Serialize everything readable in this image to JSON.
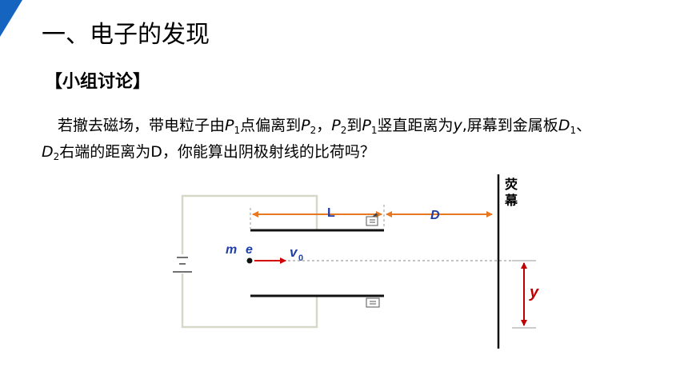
{
  "slide": {
    "title": "一、电子的发现",
    "subtitle": "【小组讨论】",
    "accent_color": "#1565c0"
  },
  "paragraph": {
    "l1_a": "若撤去磁场，带电粒子由",
    "l1_P1": "P",
    "l1_P1_sub": "1",
    "l1_b": "点偏离到",
    "l1_P2": "P",
    "l1_P2_sub": "2",
    "l1_c": "，",
    "l1_P2b": "P",
    "l1_P2b_sub": "2",
    "l1_d": "到",
    "l1_P1b": "P",
    "l1_P1b_sub": "1",
    "l1_e": "竖直距离为",
    "l1_y": "y",
    "l1_f": ",屏幕到金属板",
    "l1_D1": "D",
    "l1_D1_sub": "1",
    "l1_g": "、",
    "l2_D2": "D",
    "l2_D2_sub": "2",
    "l2_a": "右端的距离为D，你能算出阴极射线的比荷吗？"
  },
  "diagram": {
    "screen_label_1": "荧",
    "screen_label_2": "幕",
    "label_L": "L",
    "label_D": "D",
    "label_m": "m",
    "label_e": "e",
    "label_v": "v",
    "label_v_sub": "0",
    "label_y": "y",
    "colors": {
      "arrow_orange": "#e87722",
      "velocity_red": "#d40000",
      "deflection_red": "#c00000",
      "label_blue": "#1f3fa8",
      "circuit_gray": "#d8d8c8"
    }
  }
}
